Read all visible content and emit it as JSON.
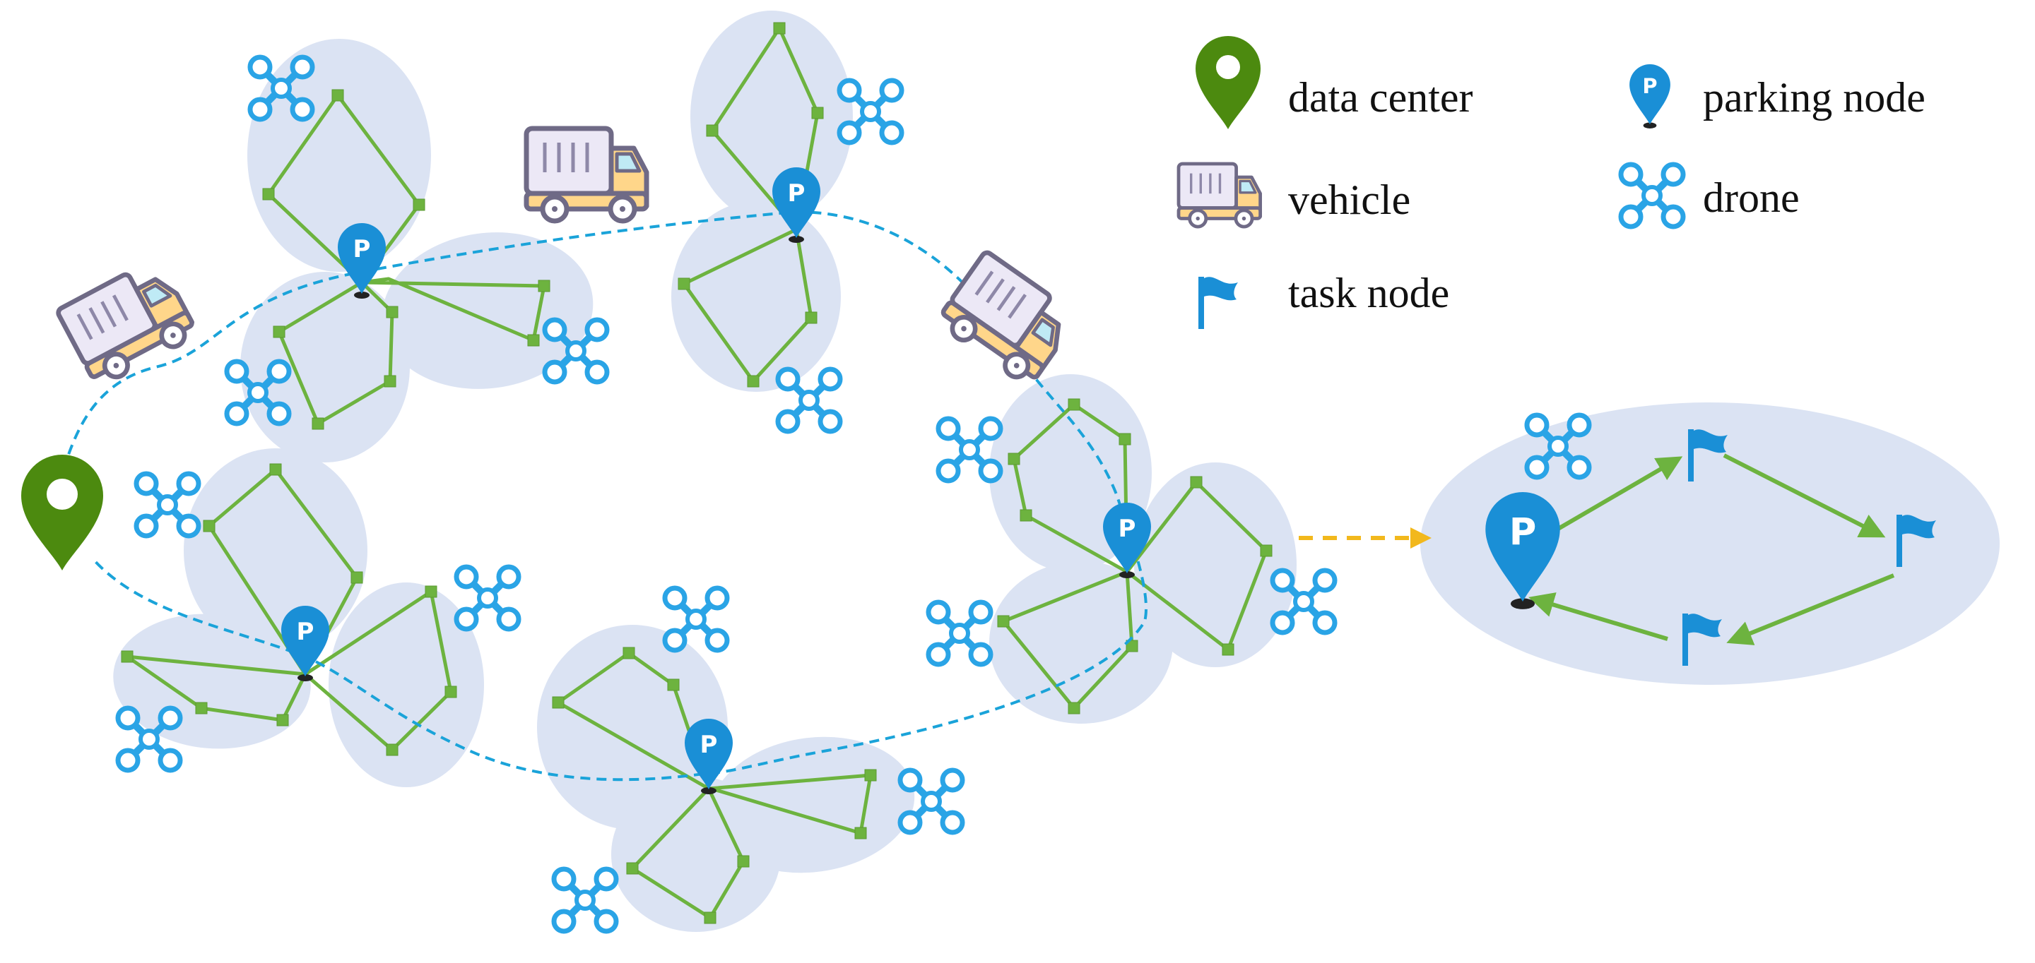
{
  "legend": {
    "items": [
      {
        "icon": "data-center-icon",
        "label": "data center"
      },
      {
        "icon": "parking-node-icon",
        "label": "parking node"
      },
      {
        "icon": "vehicle-icon",
        "label": "vehicle"
      },
      {
        "icon": "drone-icon",
        "label": "drone"
      },
      {
        "icon": "task-node-icon",
        "label": "task node"
      }
    ]
  },
  "markers": {
    "parking_letter": "P"
  },
  "colors": {
    "cluster_fill": "#dbe3f3",
    "route_green": "#6db33f",
    "node_green": "#6db33f",
    "vehicle_route": "#1aa3d9",
    "parking_blue": "#1a8fd6",
    "data_center_green": "#4c8a0f",
    "drone_blue": "#2aa4e6",
    "expand_arrow": "#f2b81c",
    "truck_cargo": "#ece8f6",
    "truck_cab": "#ffd68a",
    "truck_outline": "#6f6a86",
    "truck_window": "#bfeaf5"
  }
}
